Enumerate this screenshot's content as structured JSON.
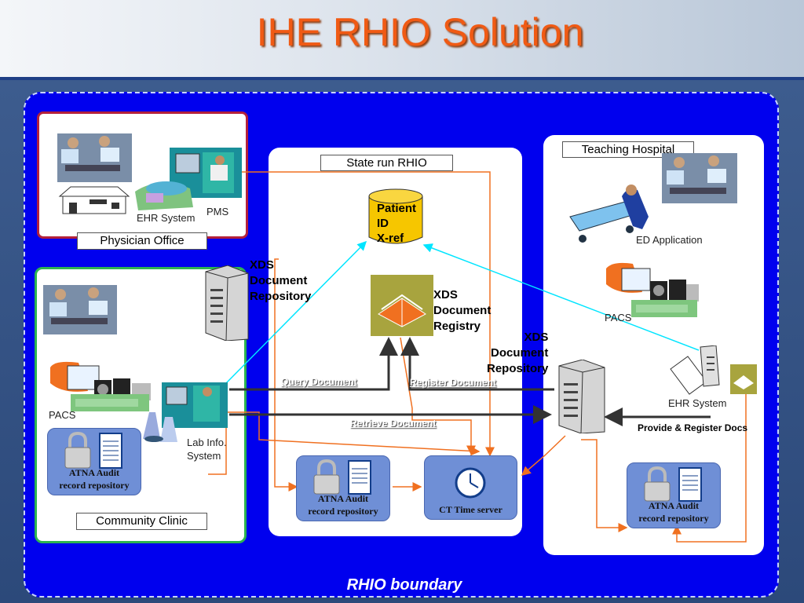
{
  "title": "IHE RHIO Solution",
  "boundary_label": "RHIO boundary",
  "panels": {
    "physician_office": "Physician Office",
    "community_clinic": "Community Clinic",
    "state_rhio": "State run RHIO",
    "teaching_hospital": "Teaching Hospital"
  },
  "labels": {
    "ehr_system_physician": "EHR System",
    "pms": "PMS",
    "pacs_clinic": "PACS",
    "lab_info_system": "Lab Info.\nSystem",
    "ed_application": "ED Application",
    "pacs_hospital": "PACS",
    "ehr_system_hospital": "EHR System",
    "patient_id_xref": "Patient\nID\nX-ref",
    "xds_repository_clinic": "XDS\nDocument\nRepository",
    "xds_registry": "XDS\nDocument\nRegistry",
    "xds_repository_hospital": "XDS\nDocument\nRepository",
    "provide_register": "Provide & Register Docs",
    "atna_clinic": "ATNA Audit\nrecord repository",
    "atna_rhio": "ATNA Audit\nrecord repository",
    "atna_hospital": "ATNA Audit\nrecord repository",
    "ct_time_server": "CT Time server"
  },
  "flows": {
    "query_document": "Query Document",
    "register_document": "Register Document",
    "retrieve_document": "Retrieve Document"
  },
  "colors": {
    "title": "#f05a14",
    "rhio_boundary": "#0000ee",
    "physician_border": "#b3213c",
    "clinic_border": "#2db450",
    "orange_link": "#f07020",
    "cyan_link": "#00e5ff",
    "patient_id_db": "#f6c600"
  }
}
